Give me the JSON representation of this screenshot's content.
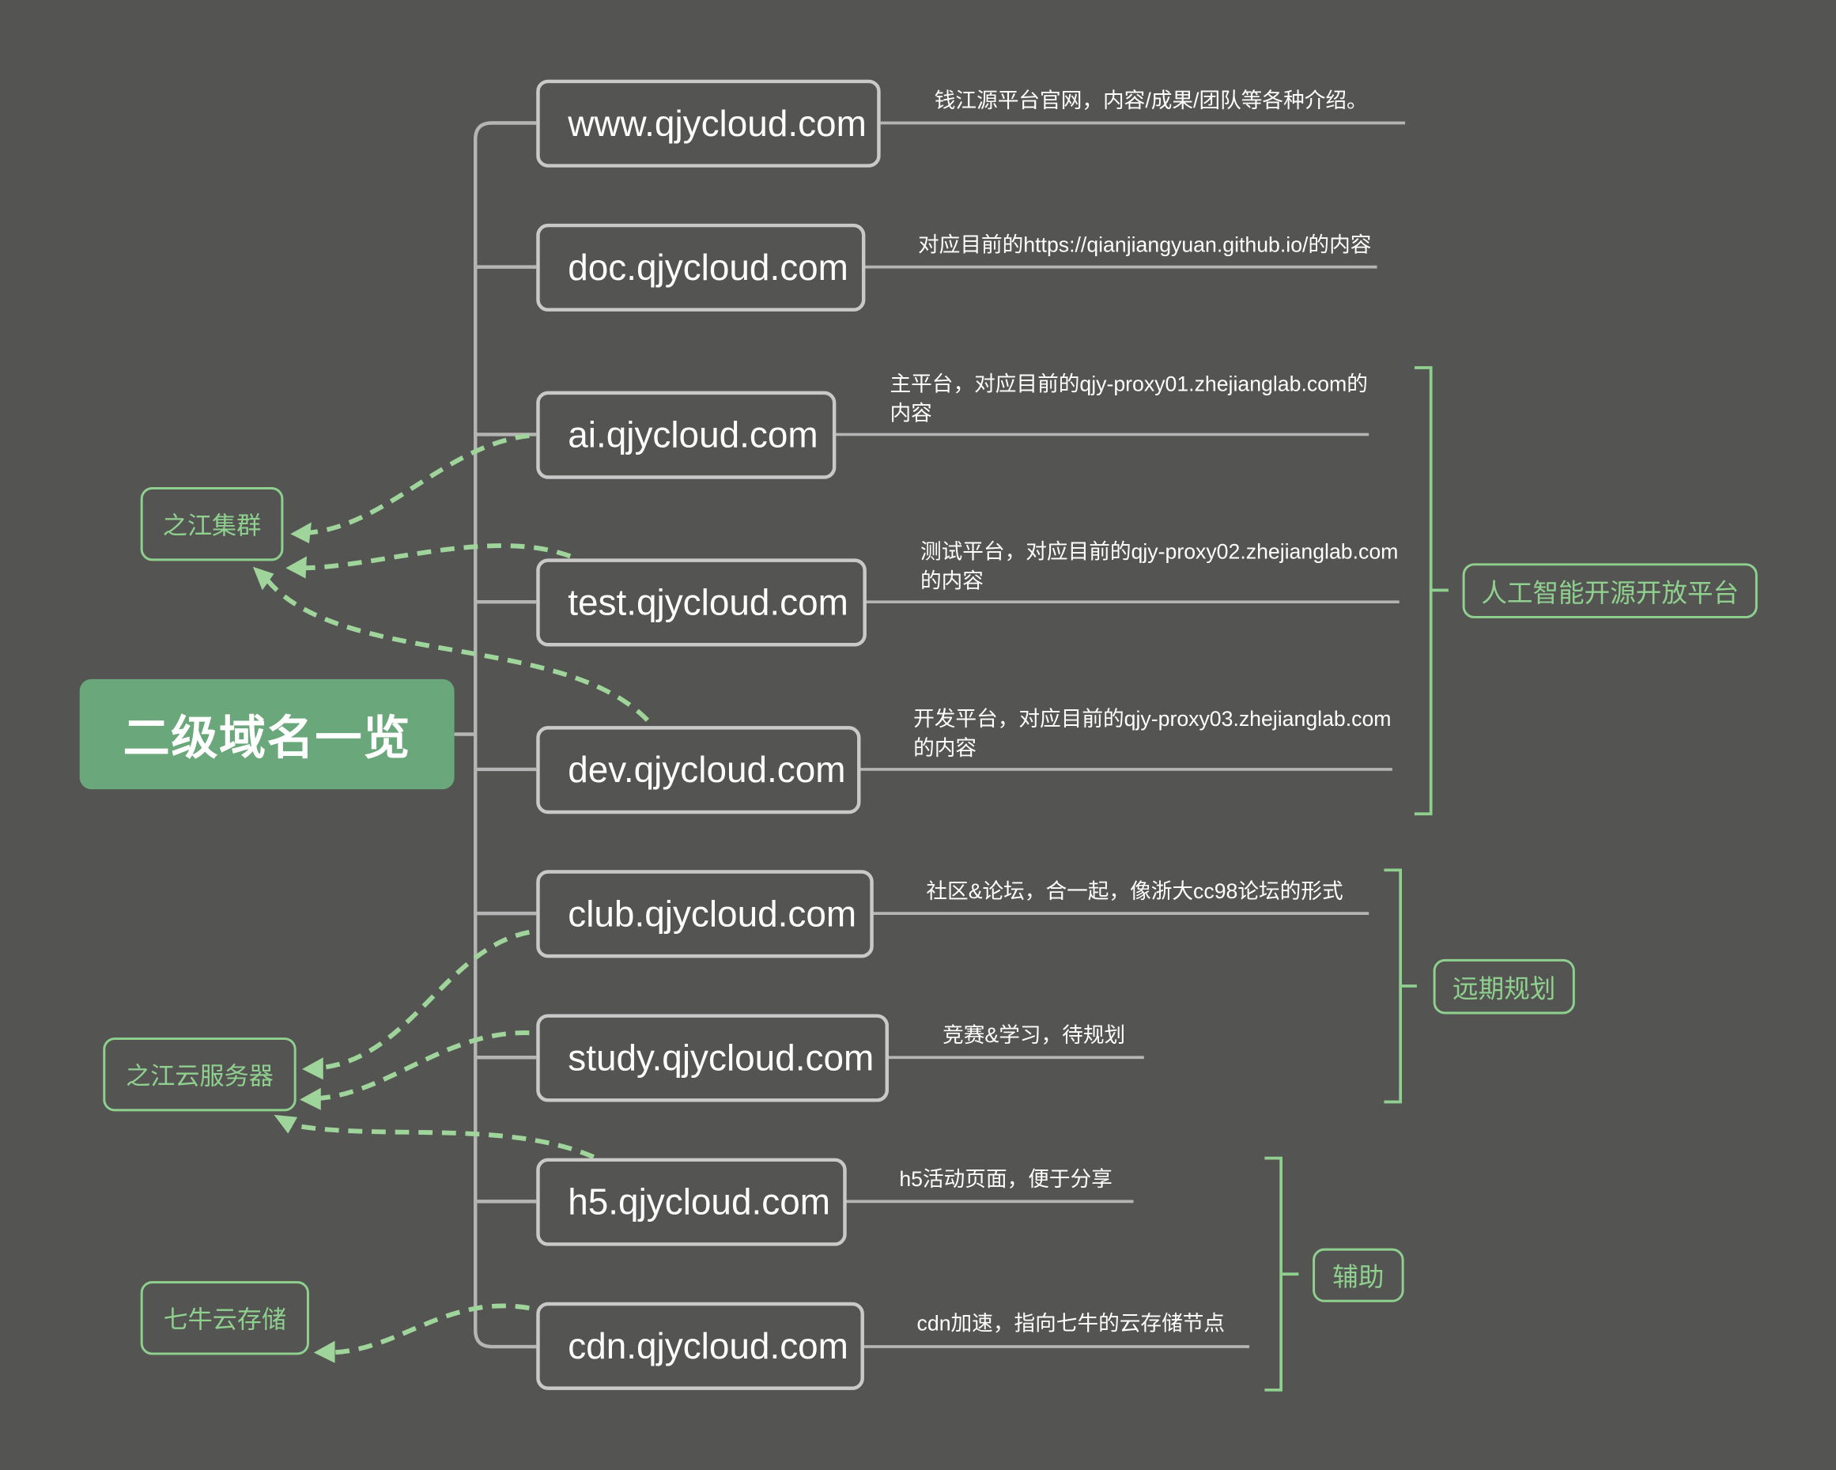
{
  "root": {
    "label": "二级域名一览"
  },
  "domains": [
    {
      "name": "www.qjycloud.com",
      "desc": [
        "钱江源平台官网，内容/成果/团队等各种介绍。"
      ]
    },
    {
      "name": "doc.qjycloud.com",
      "desc": [
        "对应目前的https://qianjiangyuan.github.io/的内容"
      ]
    },
    {
      "name": "ai.qjycloud.com",
      "desc": [
        "主平台，对应目前的qjy-proxy01.zhejianglab.com的",
        "内容"
      ]
    },
    {
      "name": "test.qjycloud.com",
      "desc": [
        "测试平台，对应目前的qjy-proxy02.zhejianglab.com",
        "的内容"
      ]
    },
    {
      "name": "dev.qjycloud.com",
      "desc": [
        "开发平台，对应目前的qjy-proxy03.zhejianglab.com",
        "的内容"
      ]
    },
    {
      "name": "club.qjycloud.com",
      "desc": [
        "社区&论坛，合一起，像浙大cc98论坛的形式"
      ]
    },
    {
      "name": "study.qjycloud.com",
      "desc": [
        "竞赛&学习，待规划"
      ]
    },
    {
      "name": "h5.qjycloud.com",
      "desc": [
        "h5活动页面，便于分享"
      ]
    },
    {
      "name": "cdn.qjycloud.com",
      "desc": [
        "cdn加速，指向七牛的云存储节点"
      ]
    }
  ],
  "groups": {
    "ai_platform": "人工智能开源开放平台",
    "long_term": "远期规划",
    "auxiliary": "辅助"
  },
  "hosting": {
    "zhijiang_cluster": "之江集群",
    "zhijiang_cloud_server": "之江云服务器",
    "qiniu_storage": "七牛云存储"
  },
  "colors": {
    "background": "#545553",
    "root_fill": "#6aa77a",
    "node_border": "#c9c9c9",
    "accent_green": "#8fd08f"
  }
}
